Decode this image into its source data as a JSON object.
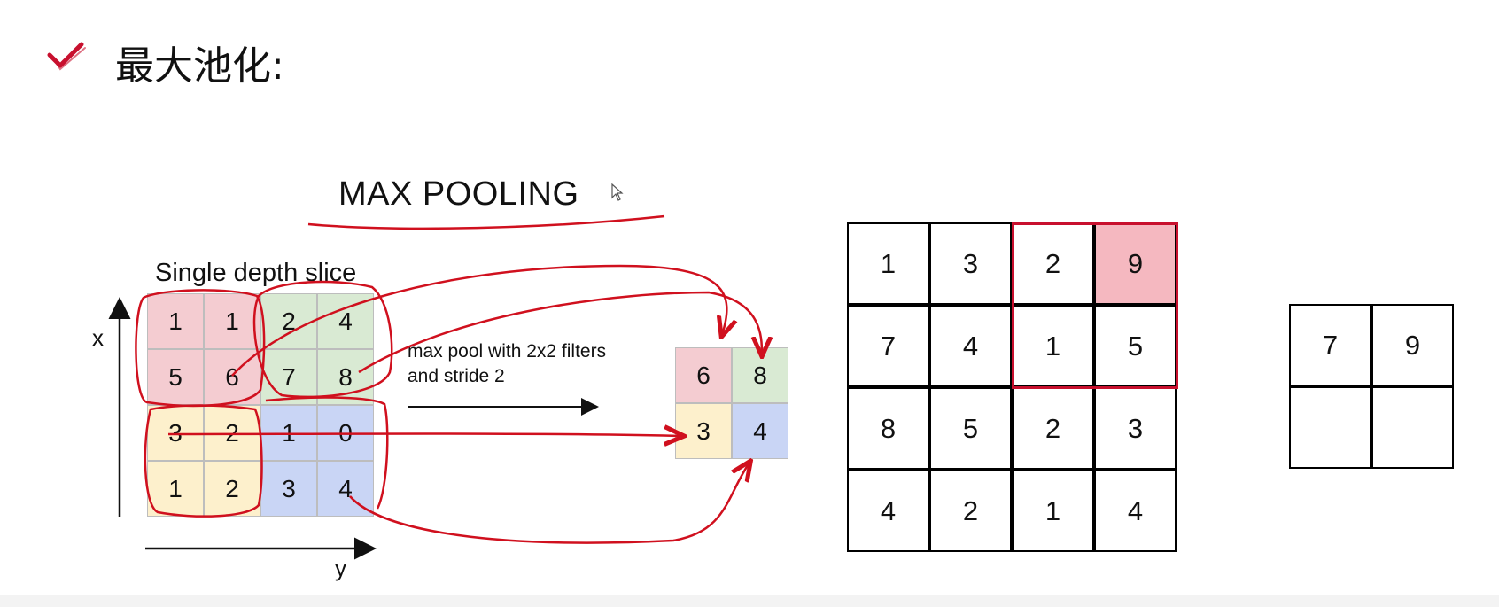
{
  "slide": {
    "title": "最大池化:",
    "heading": "MAX POOLING",
    "slice_label": "Single depth slice",
    "axis_x": "x",
    "axis_y": "y",
    "desc_line1": "max pool with 2x2 filters",
    "desc_line2": "and stride 2",
    "icons": [
      "check-icon",
      "cursor-icon"
    ]
  },
  "input_grid": [
    [
      "1",
      "1",
      "2",
      "4"
    ],
    [
      "5",
      "6",
      "7",
      "8"
    ],
    [
      "3",
      "2",
      "1",
      "0"
    ],
    [
      "1",
      "2",
      "3",
      "4"
    ]
  ],
  "output_grid": [
    [
      "6",
      "8"
    ],
    [
      "3",
      "4"
    ]
  ],
  "example_grid": [
    [
      "1",
      "3",
      "2",
      "9"
    ],
    [
      "7",
      "4",
      "1",
      "5"
    ],
    [
      "8",
      "5",
      "2",
      "3"
    ],
    [
      "4",
      "2",
      "1",
      "4"
    ]
  ],
  "result_grid": [
    [
      "7",
      "9"
    ],
    [
      "",
      ""
    ]
  ],
  "colors": {
    "pink": "#f4ccd1",
    "green": "#d9ead3",
    "yellow": "#fdf0cc",
    "blue": "#c9d5f5",
    "highlight": "#f5b8c0",
    "annotation_red": "#d0101e"
  }
}
